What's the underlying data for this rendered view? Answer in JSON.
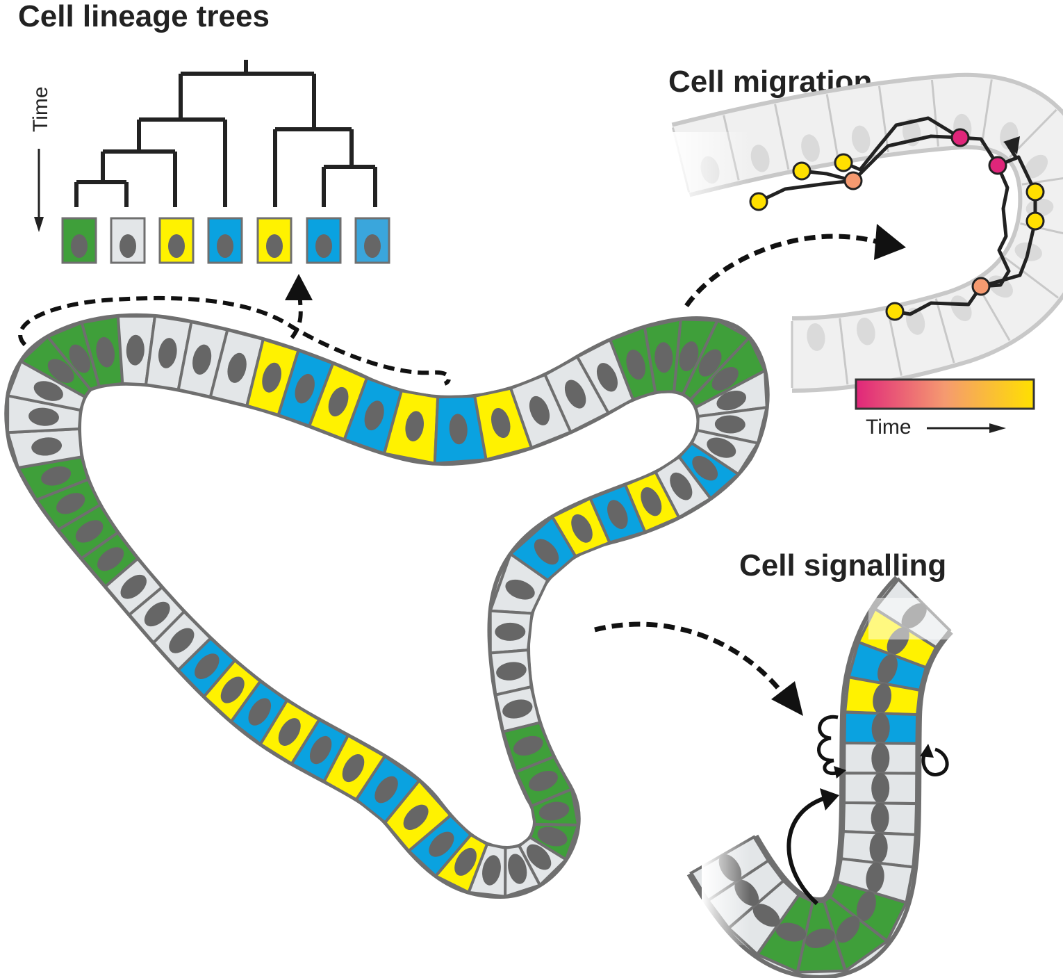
{
  "titles": {
    "lineage": "Cell lineage trees",
    "migration": "Cell migration",
    "signalling": "Cell signalling"
  },
  "axis": {
    "lineage_time": "Time",
    "migration_time": "Time"
  },
  "colors": {
    "green": "#3f9f3a",
    "gray": "#e3e6e8",
    "yellow": "#fff200",
    "blue": "#0aa2e0",
    "light_blue": "#3aa6dc",
    "nucleus": "#666666",
    "outline": "#6f6f6f",
    "track": "#222222",
    "time_start": "#e0267a",
    "time_mid": "#f59a70",
    "time_end": "#ffe000"
  },
  "lineage_leaves": [
    "green",
    "gray",
    "yellow",
    "blue",
    "yellow",
    "blue",
    "light_blue"
  ],
  "tissue_cells": [
    "green",
    "green",
    "green",
    "gray",
    "gray",
    "gray",
    "gray",
    "yellow",
    "blue",
    "yellow",
    "blue",
    "yellow",
    "blue",
    "yellow",
    "gray",
    "gray",
    "gray",
    "green",
    "green",
    "green",
    "green",
    "green",
    "gray",
    "gray",
    "gray",
    "blue",
    "gray",
    "yellow",
    "blue",
    "yellow",
    "blue",
    "gray",
    "gray",
    "gray",
    "gray",
    "green",
    "green",
    "green",
    "green",
    "gray",
    "gray",
    "gray",
    "yellow",
    "blue",
    "yellow",
    "blue",
    "yellow",
    "blue",
    "yellow",
    "blue",
    "yellow",
    "blue",
    "gray",
    "gray",
    "gray",
    "green",
    "green",
    "green",
    "green",
    "gray",
    "gray",
    "gray"
  ],
  "signalling_cells": [
    "gray",
    "yellow",
    "blue",
    "yellow",
    "blue",
    "gray",
    "gray",
    "gray",
    "gray",
    "gray",
    "green",
    "green",
    "green",
    "green",
    "gray",
    "gray",
    "gray"
  ]
}
